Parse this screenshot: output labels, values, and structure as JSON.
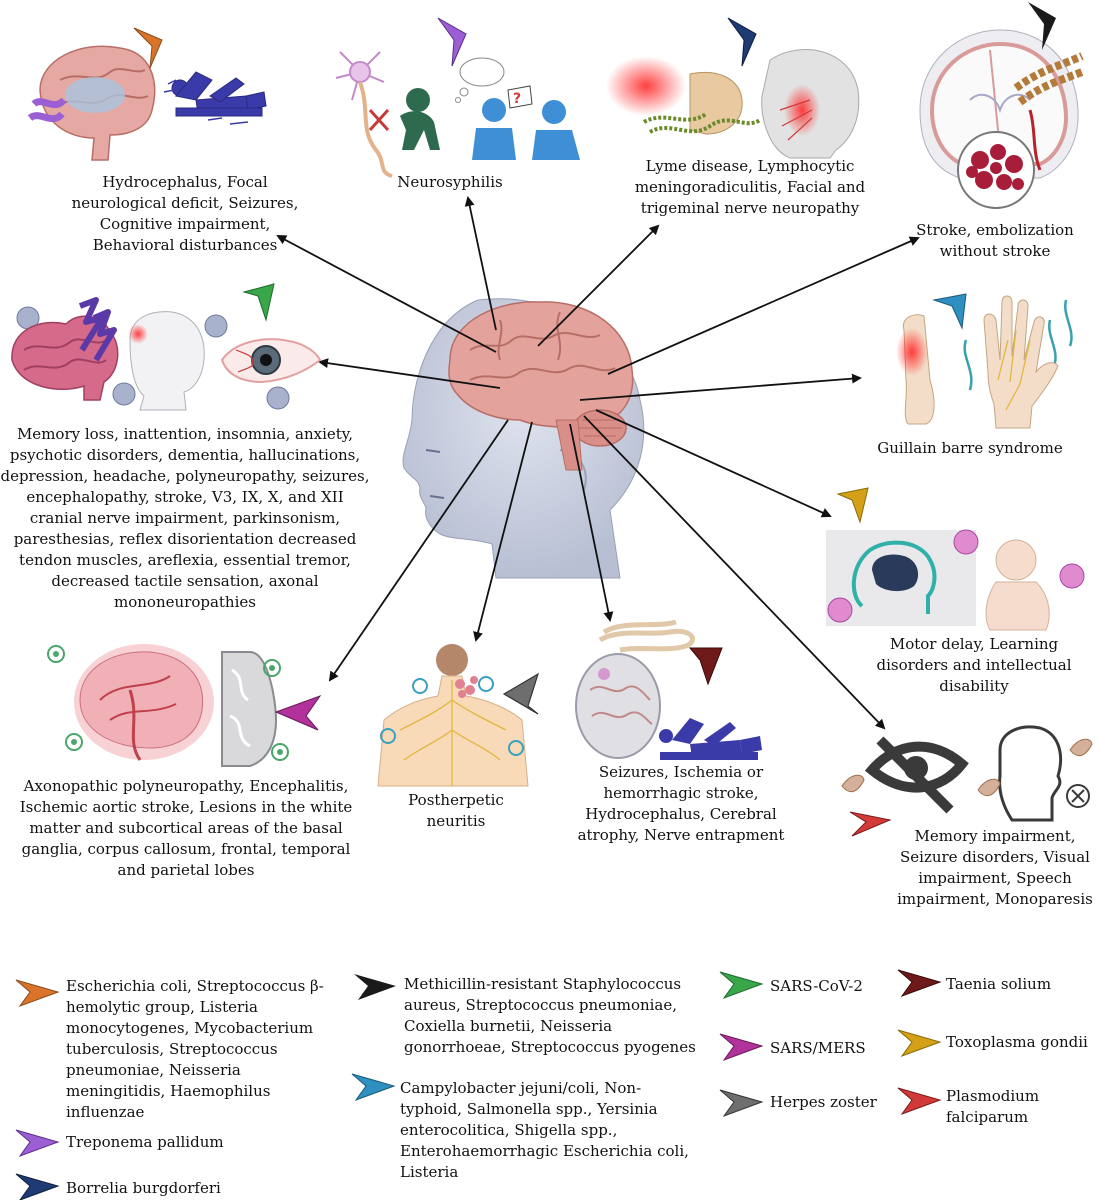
{
  "captions": {
    "bacterial_meningitis": "Hydrocephalus, Focal neurological deficit, Seizures, Cognitive impairment, Behavioral disturbances",
    "neurosyphilis": "Neurosyphilis",
    "lyme": "Lyme disease, Lymphocytic meningoradiculitis, Facial and trigeminal nerve neuropathy",
    "stroke": "Stroke, embolization without stroke",
    "covid": "Memory loss, inattention, insomnia, anxiety, psychotic disorders, dementia, hallucinations, depression, headache, polyneuropathy, seizures, encephalopathy, stroke, V3, IX, X, and XII cranial nerve impairment, parkinsonism, paresthesias, reflex disorientation decreased tendon muscles, areflexia, essential tremor, decreased tactile sensation, axonal mononeuropathies",
    "guillain": "Guillain barre syndrome",
    "toxoplasma": "Motor delay, Learning disorders and intellectual disability",
    "sars_mers": "Axonopathic polyneuropathy, Encephalitis, Ischemic aortic stroke, Lesions in the white matter and subcortical areas of the basal ganglia, corpus callosum, frontal, temporal and parietal lobes",
    "herpes": "Postherpetic neuritis",
    "taenia": "Seizures, Ischemia or hemorrhagic stroke, Hydrocephalus, Cerebral atrophy, Nerve entrapment",
    "malaria": "Memory impairment, Seizure disorders, Visual impairment, Speech impairment, Monoparesis"
  },
  "legend": [
    {
      "id": "orange",
      "color": "#d9742a",
      "text": "Escherichia coli, Streptococcus β-hemolytic group, Listeria monocytogenes, Mycobacterium tuberculosis, Streptococcus pneumoniae, Neisseria meningitidis, Haemophilus influenzae"
    },
    {
      "id": "purple",
      "color": "#9b5fd3",
      "text": "Treponema pallidum"
    },
    {
      "id": "navy",
      "color": "#1f3b73",
      "text": "Borrelia burgdorferi"
    },
    {
      "id": "black",
      "color": "#1a1a1a",
      "text": "Methicillin-resistant Staphylococcus aureus, Streptococcus pneumoniae, Coxiella burnetii, Neisseria gonorrhoeae, Streptococcus pyogenes"
    },
    {
      "id": "teal",
      "color": "#2f8fc0",
      "text": "Campylobacter jejuni/coli, Non-typhoid, Salmonella spp., Yersinia enterocolitica, Shigella spp., Enterohaemorrhagic Escherichia coli, Listeria"
    },
    {
      "id": "green",
      "color": "#3aa64a",
      "text": "SARS-CoV-2"
    },
    {
      "id": "magenta",
      "color": "#b0329a",
      "text": "SARS/MERS"
    },
    {
      "id": "gray",
      "color": "#6e6e6e",
      "text": "Herpes zoster"
    },
    {
      "id": "maroon",
      "color": "#6e1a1a",
      "text": "Taenia solium"
    },
    {
      "id": "gold",
      "color": "#d4a017",
      "text": "Toxoplasma gondii"
    },
    {
      "id": "red",
      "color": "#d23a3a",
      "text": "Plasmodium falciparum"
    }
  ],
  "icons": {
    "chevron": "chevron-arrow-icon",
    "head": "human-head-brain-icon"
  }
}
